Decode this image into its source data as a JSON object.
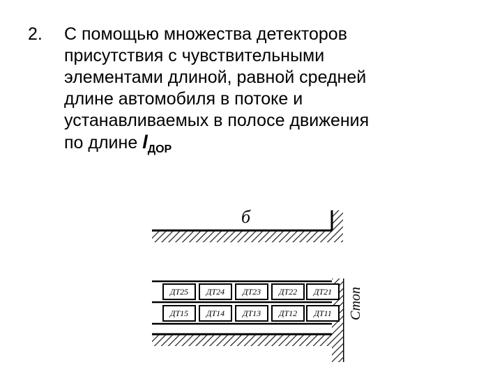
{
  "item": {
    "number": "2.",
    "lines": [
      "С помощью множества детекторов",
      "присутствия с чувствительными",
      "элементами длиной, равной средней",
      "длине автомобиля в потоке и",
      "устанавливаемых в полосе движения"
    ],
    "last_line_prefix": "по длине ",
    "math_symbol": "l",
    "math_subscript": "ДОР"
  },
  "figure": {
    "letter": "б",
    "stop_label": "Стоп",
    "row_top": [
      "ДТ25",
      "ДТ24",
      "ДТ23",
      "ДТ22",
      "ДТ21"
    ],
    "row_bottom": [
      "ДТ15",
      "ДТ14",
      "ДТ13",
      "ДТ12",
      "ДТ11"
    ]
  }
}
